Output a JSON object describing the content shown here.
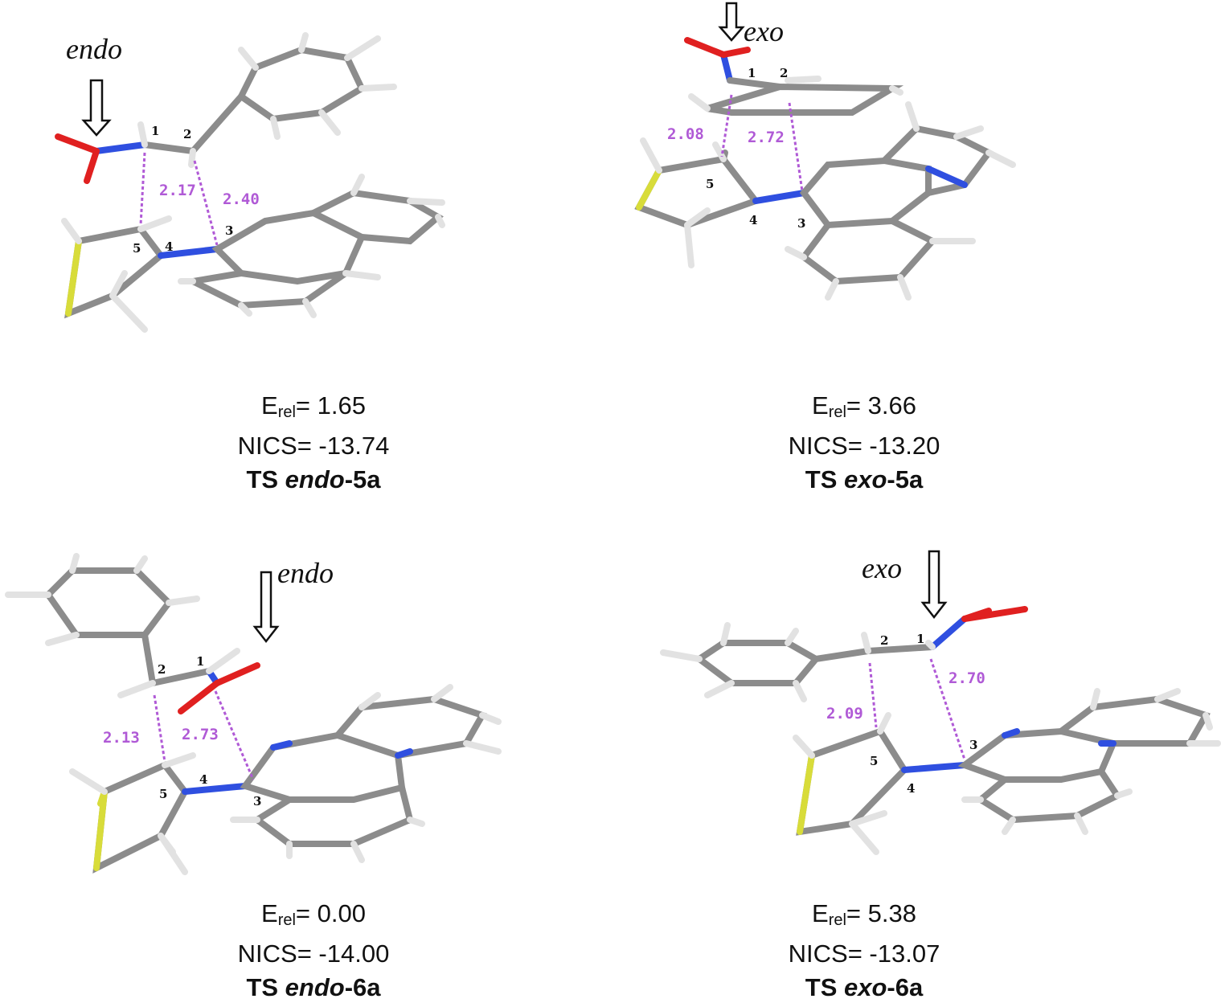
{
  "panels": [
    {
      "id": "endo-5a",
      "orientation": "endo",
      "erel_label": "E",
      "erel_sub": "rel",
      "erel_value": "= 1.65",
      "nics": "NICS= -13.74",
      "ts_prefix": "TS ",
      "ts_italic": "endo",
      "ts_suffix": "-5a",
      "distances": [
        "2.17",
        "2.40"
      ],
      "atom_numbers": [
        "1",
        "2",
        "3",
        "4",
        "5"
      ]
    },
    {
      "id": "exo-5a",
      "orientation": "exo",
      "erel_label": "E",
      "erel_sub": "rel",
      "erel_value": "= 3.66",
      "nics": "NICS= -13.20",
      "ts_prefix": "TS ",
      "ts_italic": "exo",
      "ts_suffix": "-5a",
      "distances": [
        "2.08",
        "2.72"
      ],
      "atom_numbers": [
        "1",
        "2",
        "3",
        "4",
        "5"
      ]
    },
    {
      "id": "endo-6a",
      "orientation": "endo",
      "erel_label": "E",
      "erel_sub": "rel",
      "erel_value": "= 0.00",
      "nics": "NICS= -14.00",
      "ts_prefix": "TS ",
      "ts_italic": "endo",
      "ts_suffix": "-6a",
      "distances": [
        "2.13",
        "2.73"
      ],
      "atom_numbers": [
        "1",
        "2",
        "3",
        "4",
        "5"
      ]
    },
    {
      "id": "exo-6a",
      "orientation": "exo",
      "erel_label": "E",
      "erel_sub": "rel",
      "erel_value": "= 5.38",
      "nics": "NICS= -13.07",
      "ts_prefix": "TS ",
      "ts_italic": "exo",
      "ts_suffix": "-6a",
      "distances": [
        "2.09",
        "2.70"
      ],
      "atom_numbers": [
        "1",
        "2",
        "3",
        "4",
        "5"
      ]
    }
  ],
  "colors": {
    "carbon": "#8c8c8c",
    "hydrogen": "#e2e2e2",
    "nitrogen": "#2f4fe0",
    "oxygen": "#e02020",
    "sulfur": "#d8dc3a",
    "distance": "#b05ad6"
  }
}
